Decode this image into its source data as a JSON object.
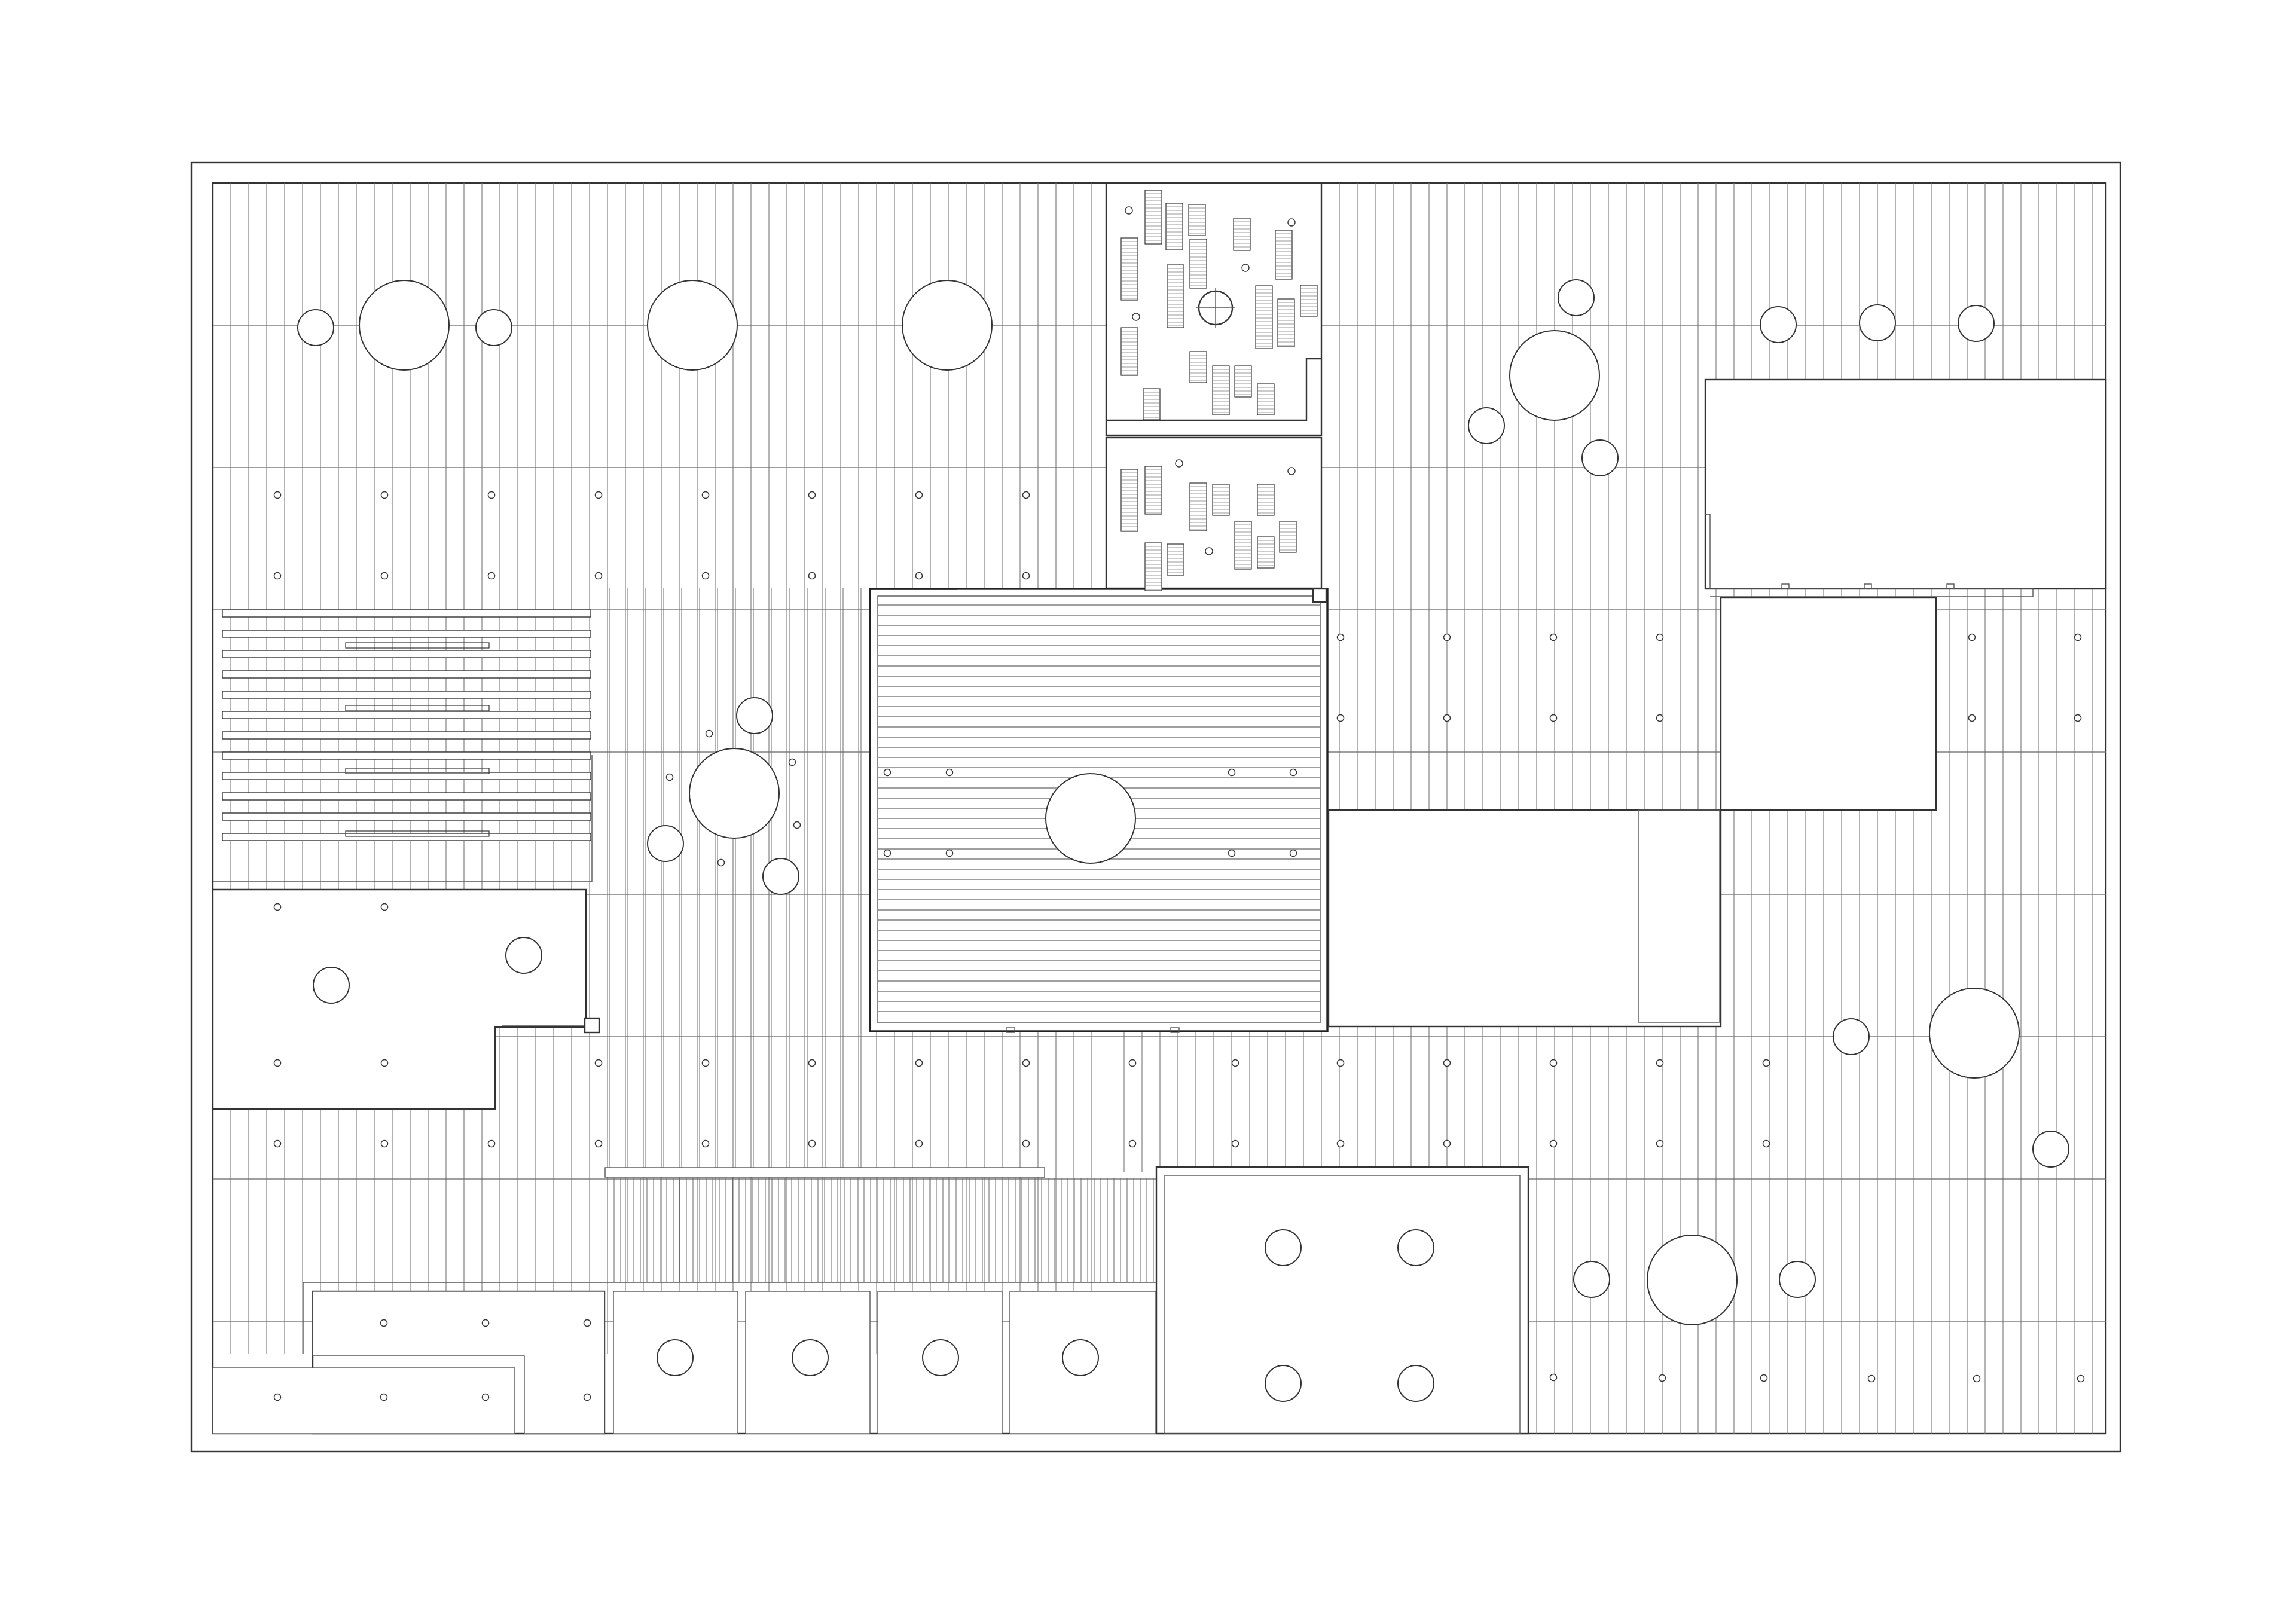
{
  "drawing": {
    "kind": "architectural-site-plan",
    "text_labels": [],
    "colors": {
      "ink": "#333333",
      "paper": "#ffffff"
    },
    "elements": {
      "outer_frame": "outer-frame",
      "decking": "timber-decking",
      "pavilions": [
        "central-pavilion",
        "north-planted-court",
        "east-pavilion",
        "south-pavilion"
      ],
      "trees": "tree-symbol",
      "posts": "post-marker"
    }
  }
}
